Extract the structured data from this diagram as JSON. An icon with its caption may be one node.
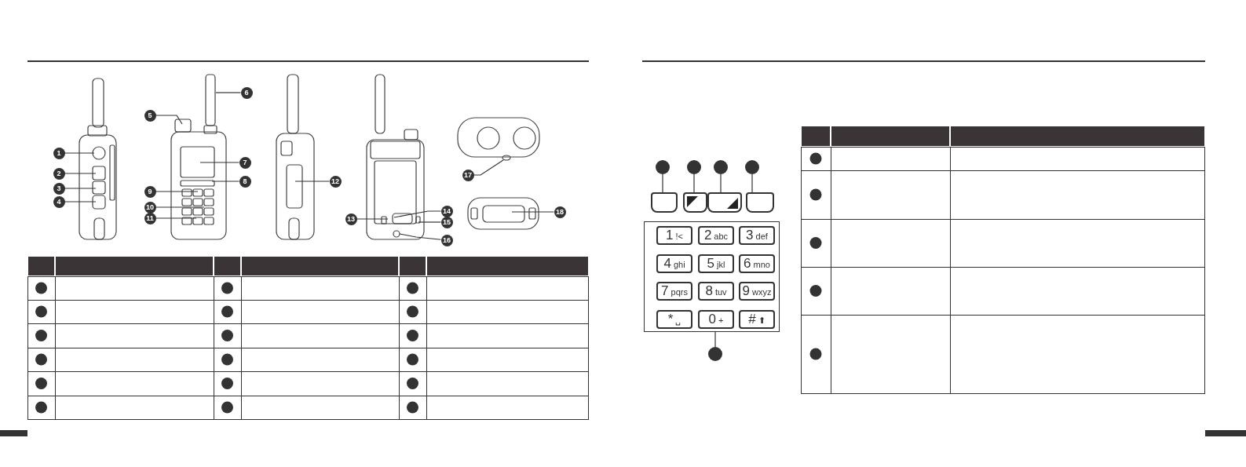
{
  "diagram": {
    "nodes": [
      {
        "text": [
          "1"
        ]
      },
      {
        "text": [
          "2"
        ]
      },
      {
        "text": [
          "3"
        ]
      },
      {
        "text": [
          "4"
        ]
      },
      {
        "text": [
          "5"
        ]
      },
      {
        "text": [
          "6"
        ]
      },
      {
        "text": [
          "7"
        ]
      },
      {
        "text": [
          "8"
        ]
      },
      {
        "text": [
          "9"
        ]
      },
      {
        "text": [
          "10"
        ]
      },
      {
        "text": [
          "11"
        ]
      },
      {
        "text": [
          "12"
        ]
      },
      {
        "text": [
          "13"
        ]
      },
      {
        "text": [
          "14"
        ]
      },
      {
        "text": [
          "15"
        ]
      },
      {
        "text": [
          "16"
        ]
      },
      {
        "text": [
          "17"
        ]
      },
      {
        "text": [
          "18"
        ]
      },
      {
        "text": [],
        "shape": "circle"
      },
      {
        "text": [],
        "shape": "circle"
      },
      {
        "text": [],
        "shape": "circle"
      },
      {
        "text": [],
        "shape": "circle"
      },
      {
        "text": [],
        "shape": "circle"
      },
      {
        "text": [],
        "shape": "box"
      },
      {
        "text": [],
        "shape": "box"
      },
      {
        "text": [],
        "shape": "box"
      },
      {
        "text": [],
        "shape": "box"
      },
      {
        "text": [],
        "shape": "box"
      },
      {
        "text": [
          "1",
          "!<"
        ],
        "in": 27
      },
      {
        "text": [
          "2",
          "abc"
        ],
        "in": 27
      },
      {
        "text": [
          "3",
          "def"
        ],
        "in": 27
      },
      {
        "text": [
          "4",
          "ghi"
        ],
        "in": 27
      },
      {
        "text": [
          "5",
          "jkl"
        ],
        "in": 27
      },
      {
        "text": [
          "6",
          "mno"
        ],
        "in": 27
      },
      {
        "text": [
          "7",
          "pqrs"
        ],
        "in": 27
      },
      {
        "text": [
          "8",
          "tuv"
        ],
        "in": 27
      },
      {
        "text": [
          "9",
          "wxyz"
        ],
        "in": 27
      },
      {
        "text": [
          "*",
          "␣"
        ],
        "in": 27
      },
      {
        "text": [
          "0",
          "+"
        ],
        "in": 27
      },
      {
        "text": [
          "#",
          "⬆"
        ],
        "in": 27
      }
    ],
    "edges": [
      {
        "from": 0,
        "to": null,
        "arrow": "none"
      },
      {
        "from": 1,
        "to": null,
        "arrow": "none"
      },
      {
        "from": 2,
        "to": null,
        "arrow": "none"
      },
      {
        "from": 3,
        "to": null,
        "arrow": "none"
      },
      {
        "from": 4,
        "to": null,
        "arrow": "none"
      },
      {
        "from": 5,
        "to": null,
        "arrow": "none"
      },
      {
        "from": 6,
        "to": null,
        "arrow": "none"
      },
      {
        "from": 7,
        "to": null,
        "arrow": "none"
      },
      {
        "from": 8,
        "to": null,
        "arrow": "none"
      },
      {
        "from": 9,
        "to": null,
        "arrow": "none"
      },
      {
        "from": 10,
        "to": null,
        "arrow": "none"
      },
      {
        "from": 11,
        "to": null,
        "arrow": "none"
      },
      {
        "from": 12,
        "to": null,
        "arrow": "none"
      },
      {
        "from": 13,
        "to": null,
        "arrow": "none"
      },
      {
        "from": 14,
        "to": null,
        "arrow": "none"
      },
      {
        "from": 15,
        "to": null,
        "arrow": "none"
      },
      {
        "from": 16,
        "to": null,
        "arrow": "none"
      },
      {
        "from": 17,
        "to": null,
        "arrow": "none"
      },
      {
        "from": 18,
        "to": 23,
        "arrow": "none"
      },
      {
        "from": 19,
        "to": 24,
        "arrow": "none"
      },
      {
        "from": 20,
        "to": 25,
        "arrow": "none"
      },
      {
        "from": 21,
        "to": 26,
        "arrow": "none"
      },
      {
        "from": 22,
        "to": 27,
        "arrow": "none"
      }
    ]
  }
}
